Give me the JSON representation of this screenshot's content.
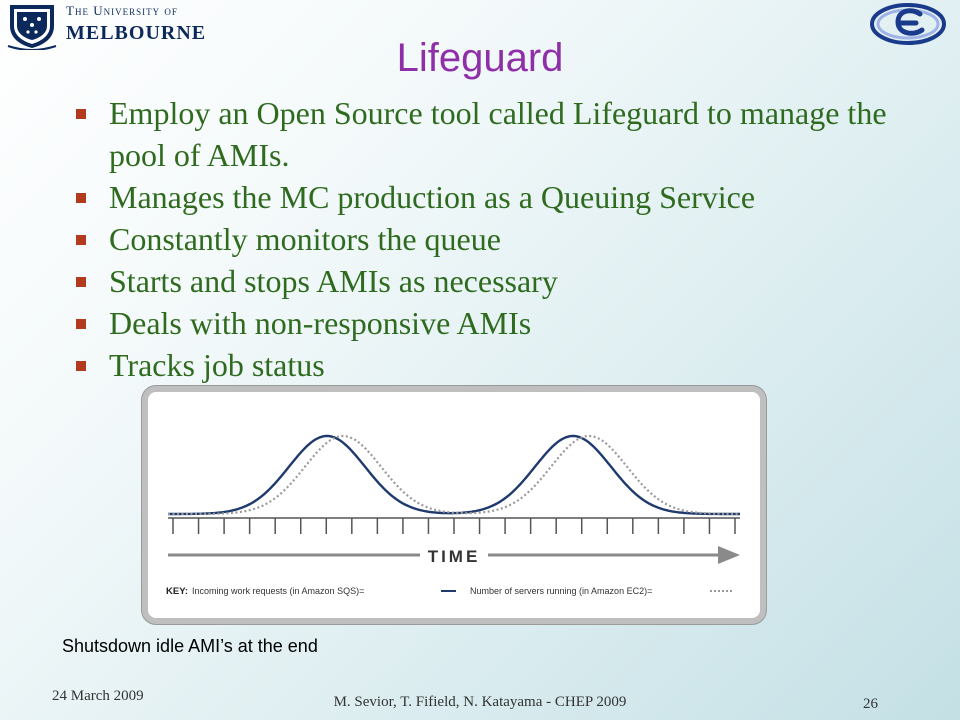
{
  "header": {
    "university_line1": "The University of",
    "university_line2": "MELBOURNE"
  },
  "slide": {
    "title": "Lifeguard",
    "bullets": [
      "Employ an Open Source tool called Lifeguard to manage the pool of AMIs.",
      "Manages the MC production as a Queuing Service",
      "Constantly monitors the queue",
      "Starts and stops AMIs as necessary",
      "Deals with non-responsive AMIs",
      "Tracks job status"
    ],
    "caption": "Shutsdown idle AMI’s at the end"
  },
  "chart_data": {
    "type": "line",
    "xlabel": "TIME",
    "key_label": "KEY:",
    "series": [
      {
        "name": "Incoming work requests (in Amazon SQS)=",
        "style": "solid",
        "color": "#1f3a6e"
      },
      {
        "name": "Number of servers running (in Amazon EC2)=",
        "style": "dotted",
        "color": "#9a9a9a"
      }
    ],
    "tick_count": 23
  },
  "footer": {
    "date": "24 March 2009",
    "authors": "M. Sevior, T. Fifield, N. Katayama - CHEP 2009",
    "page": "26"
  },
  "colors": {
    "title": "#8f2fa8",
    "bullet_text": "#2f6b1f",
    "bullet_marker": "#b23a1e",
    "series_solid": "#1f3a6e",
    "series_dotted": "#9a9a9a"
  }
}
